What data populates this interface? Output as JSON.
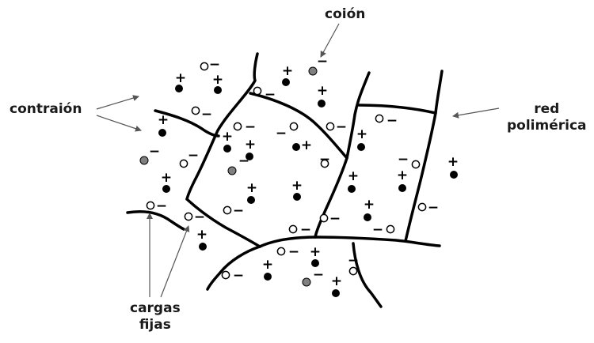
{
  "labels": {
    "coion": "coión",
    "counterion": "contraión",
    "polymer_network_line1": "red",
    "polymer_network_line2": "polimérica",
    "fixed_charges_line1": "cargas",
    "fixed_charges_line2": "fijas"
  },
  "symbols": {
    "positive": "+",
    "negative": "−"
  },
  "colors": {
    "ink": "#000000",
    "coion_fill": "#808080",
    "counterion_fill": "#000000",
    "fixed_charge_fill": "#ffffff",
    "arrow": "#555555"
  }
}
